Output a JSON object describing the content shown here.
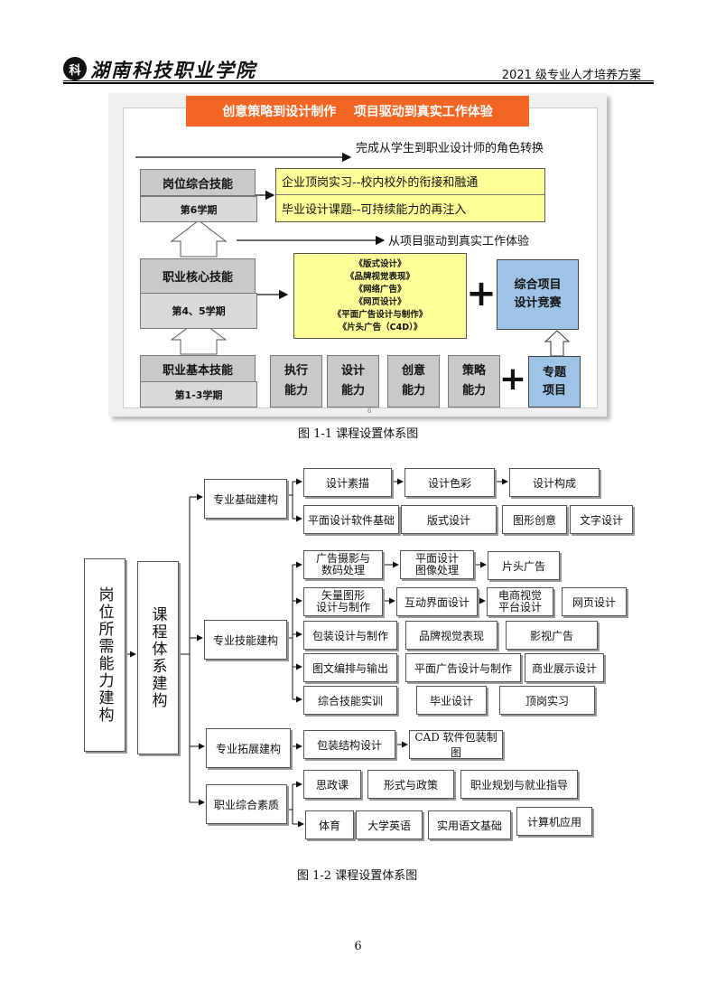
{
  "header": {
    "school_name": "湖南科技职业学院",
    "logo_glyph": "科",
    "plan_title": "2021 级专业人才培养方案"
  },
  "figure1": {
    "banner": "创意策略到设计制作    项目驱动到真实工作体验",
    "arrow_top": "完成从学生到职业设计师的角色转换",
    "arrow_mid": "从项目驱动到真实工作体验",
    "post_skill": {
      "title": "岗位综合技能",
      "term": "第6学期"
    },
    "post_items": [
      "企业顶岗实习--校内校外的衔接和融通",
      "毕业设计课题--可持续能力的再注入"
    ],
    "core_skill": {
      "title": "职业核心技能",
      "term": "第4、5学期"
    },
    "core_courses": [
      "《版式设计》",
      "《品牌视觉表现》",
      "《网络广告》",
      "《网页设计》",
      "《平面广告设计与制作》",
      "《片头广告（C4D）》"
    ],
    "plus": "+",
    "project_box": "综合项目\n设计竞赛",
    "basic_skill": {
      "title": "职业基本技能",
      "term": "第1-3学期"
    },
    "abilities": [
      "执行\n能力",
      "设计\n能力",
      "创意\n能力",
      "策略\n能力"
    ],
    "topic_box": "专题\n项目",
    "stray_mark": "6",
    "caption": "图 1-1 课程设置体系图"
  },
  "figure2": {
    "root": "岗位所需能力建构",
    "system": "课程体系建构",
    "groups": {
      "basic": "专业基础建构",
      "skill": "专业技能建构",
      "ext": "专业拓展建构",
      "quality": "职业综合素质"
    },
    "basic_rows": [
      [
        "设计素描",
        "设计色彩",
        "设计构成"
      ],
      [
        "平面设计软件基础",
        "版式设计",
        "图形创意",
        "文字设计"
      ]
    ],
    "skill_rows": [
      [
        "广告摄影与\n数码处理",
        "平面设计\n图像处理",
        "片头广告"
      ],
      [
        "矢量图形\n设计与制作",
        "互动界面设计",
        "电商视觉\n平台设计",
        "网页设计"
      ],
      [
        "包装设计与制作",
        "品牌视觉表现",
        "影视广告"
      ],
      [
        "图文编排与输出",
        "平面广告设计与制作",
        "商业展示设计"
      ],
      [
        "综合技能实训",
        "毕业设计",
        "顶岗实习"
      ]
    ],
    "ext_row": [
      "包装结构设计",
      "CAD 软件包装制图"
    ],
    "quality_rows": [
      [
        "思政课",
        "形式与政策",
        "职业规划与就业指导"
      ],
      [
        "体育",
        "大学英语",
        "实用语文基础",
        "计算机应用"
      ]
    ],
    "caption": "图 1-2 课程设置体系图"
  },
  "page_number": "6",
  "colors": {
    "banner": "#f26522",
    "yellow": "#ffff99",
    "blue": "#9dc3e6",
    "gray": "#c9c9c9"
  }
}
